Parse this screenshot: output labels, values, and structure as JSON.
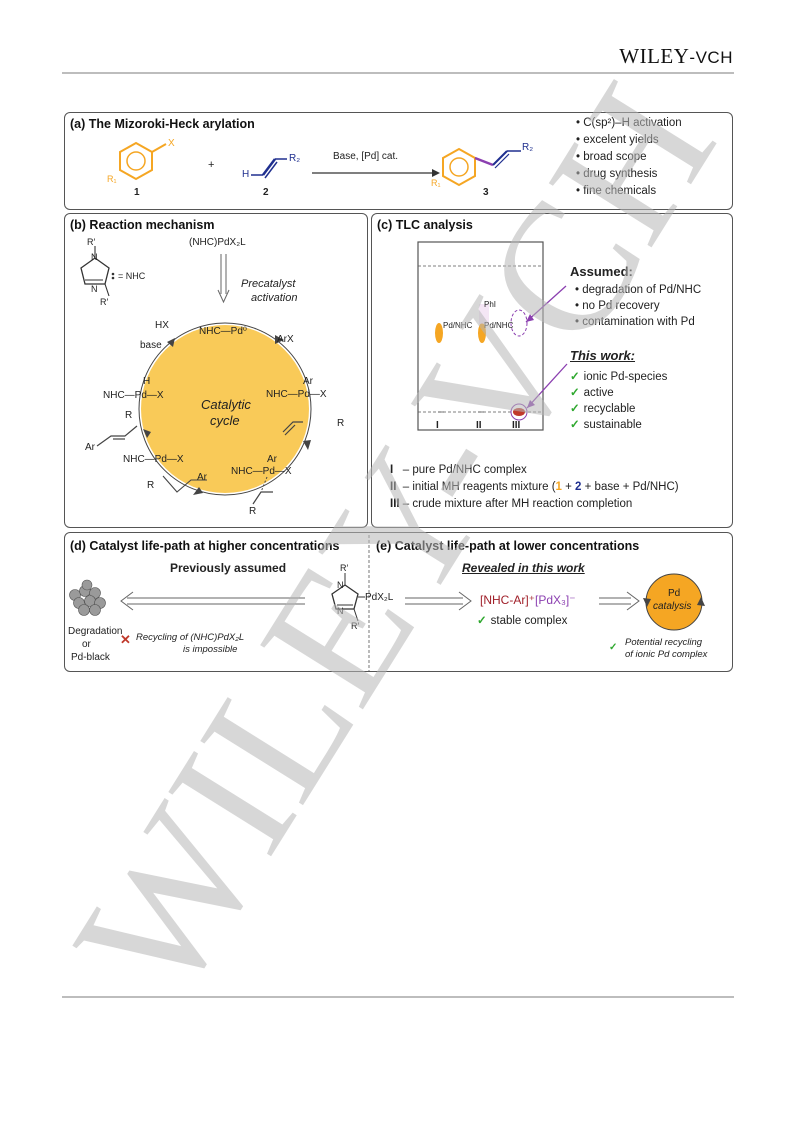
{
  "header": {
    "brand_main": "WILEY",
    "brand_sep": "-",
    "brand_sub": "VCH"
  },
  "watermark": "WILEY-VCH",
  "panel_a": {
    "title": "(a) The Mizoroki-Heck arylation",
    "arrow_label": "Base, [Pd] cat.",
    "plus": "+",
    "compounds": {
      "c1": "1",
      "c2": "2",
      "c3": "3",
      "x": "X",
      "r1": "R₁",
      "r2": "R₂",
      "h": "H"
    },
    "bullets": [
      "C(sp²)–H activation",
      "excelent yields",
      "broad scope",
      "drug synthesis",
      "fine chemicals"
    ]
  },
  "panel_b": {
    "title": "(b) Reaction mechanism",
    "nhc_def": "= NHC",
    "r_prime": "R′",
    "n": "N",
    "precatalyst": "(NHC)PdX₂L",
    "activation_1": "Precatalyst",
    "activation_2": "activation",
    "cycle_1": "Catalytic",
    "cycle_2": "cycle",
    "pd0": "NHC—Pd⁰",
    "arx": "ArX",
    "hx": "HX",
    "base": "base",
    "ox_add": "NHC—Pd—X",
    "hydride": "NHC—Pd—X",
    "coord": "NHC—Pd—X",
    "insert": "NHC—Pd—X",
    "ar": "Ar",
    "h": "H",
    "r": "R",
    "x": "X"
  },
  "panel_c": {
    "title": "(c) TLC analysis",
    "spot_pdnhc": "Pd/NHC",
    "spot_phi": "PhI",
    "lanes": [
      "I",
      "II",
      "III"
    ],
    "assumed_title": "Assumed:",
    "assumed_items": [
      "degradation of Pd/NHC",
      "no Pd recovery",
      "contamination with Pd"
    ],
    "thiswork_title": "This work:",
    "thiswork_items": [
      "ionic Pd-species",
      "active",
      "recyclable",
      "sustainable"
    ],
    "legend": [
      {
        "num": "I",
        "text": "– pure Pd/NHC complex"
      },
      {
        "num": "II",
        "text": "– initial MH reagents mixture (",
        "one": "1",
        "mid": " + ",
        "two": "2",
        "end": " + base + Pd/NHC)"
      },
      {
        "num": "III",
        "text": "– crude mixture after MH reaction completion"
      }
    ]
  },
  "panel_d": {
    "title": "(d) Catalyst life-path at higher concentrations",
    "subtitle": "Previously assumed",
    "degradation": "Degradation",
    "or": "or",
    "pdblack": "Pd-black",
    "recycling_1": "Recycling of (NHC)PdX₂L",
    "recycling_2": "is impossible"
  },
  "panel_e": {
    "title": "(e) Catalyst life-path at lower concentrations",
    "subtitle": "Revealed in this work",
    "complex_cation": "[NHC-Ar]⁺",
    "complex_anion": "[PdX₃]⁻",
    "stable": "stable complex",
    "pd": "Pd",
    "catalysis": "catalysis",
    "potential_1": "Potential recycling",
    "potential_2": "of ionic Pd complex",
    "pdx2l": "PdX₂L",
    "r_prime": "R′",
    "n": "N"
  },
  "colors": {
    "orange": "#f5a623",
    "cycle": "#f9c74f",
    "blue": "#1f2f8f",
    "purple": "#8b3fb0",
    "green": "#2fa82f",
    "red": "#c0392b",
    "maroon": "#a0202a"
  }
}
